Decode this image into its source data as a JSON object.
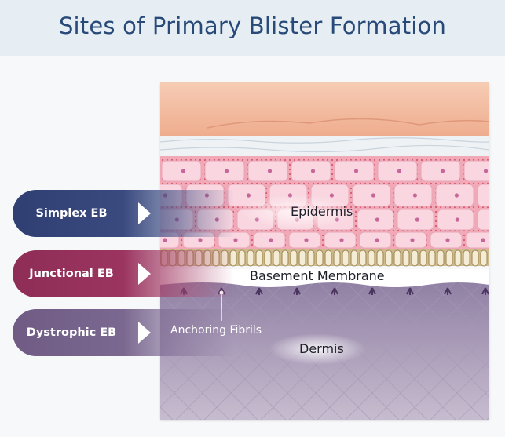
{
  "title": "Sites of Primary Blister Formation",
  "tabs": [
    {
      "label": "Simplex EB",
      "color": "#2f3f72"
    },
    {
      "label": "Junctional EB",
      "color": "#8e2d56"
    },
    {
      "label": "Dystrophic EB",
      "color": "#6f5b83"
    }
  ],
  "labels": {
    "epidermis": "Epidermis",
    "basement_membrane": "Basement Membrane",
    "anchoring_fibrils": "Anchoring Fibrils",
    "dermis": "Dermis"
  },
  "colors": {
    "header_background": "#e6eef4",
    "title": "#274a78",
    "skin_surface": "#f2b89a",
    "epidermis_cells": "#f7c9d6",
    "basal_cells": "#f1e6c8",
    "dermis": "#8f7fa3"
  }
}
